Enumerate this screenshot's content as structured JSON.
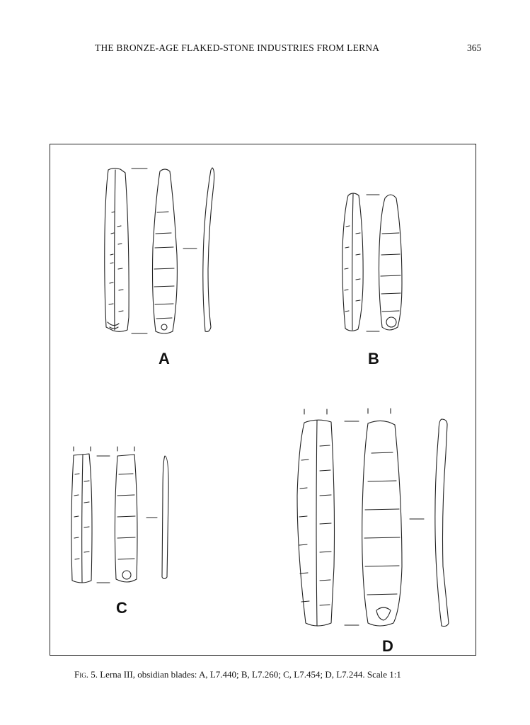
{
  "header": {
    "running_title": "THE BRONZE-AGE FLAKED-STONE INDUSTRIES FROM LERNA",
    "page_number": "365"
  },
  "figure": {
    "labels": {
      "a": "A",
      "b": "B",
      "c": "C",
      "d": "D"
    },
    "caption_label": "Fig. 5.",
    "caption_text": "Lerna III, obsidian blades: A, L7.440; B, L7.260; C, L7.454; D, L7.244. Scale 1:1"
  }
}
